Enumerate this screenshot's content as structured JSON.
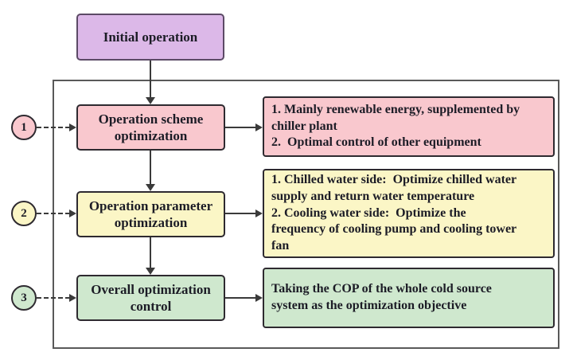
{
  "colors": {
    "initial_fill": "#dcb8e8",
    "initial_border": "#5c4a66",
    "step1_fill": "#f9c8ce",
    "step2_fill": "#fbf6c6",
    "step3_fill": "#cfe8ce",
    "box_border": "#2e2a30",
    "frame_border": "#595959",
    "arrow": "#3a3a3a",
    "text": "#1c1c26",
    "background": "#ffffff"
  },
  "flow": {
    "initial_label": "Initial operation",
    "rows": [
      {
        "number": "1",
        "step_label": "Operation scheme\noptimization",
        "detail": "1. Mainly renewable energy, supplemented by\nchiller plant\n2.  Optimal control of other equipment"
      },
      {
        "number": "2",
        "step_label": "Operation parameter\noptimization",
        "detail": "1. Chilled water side:  Optimize chilled water\nsupply and return water temperature\n2. Cooling water side:  Optimize the\nfrequency of cooling pump and cooling tower\nfan"
      },
      {
        "number": "3",
        "step_label": "Overall optimization\ncontrol",
        "detail": "Taking the COP of the whole cold source\nsystem as the optimization objective"
      }
    ]
  }
}
